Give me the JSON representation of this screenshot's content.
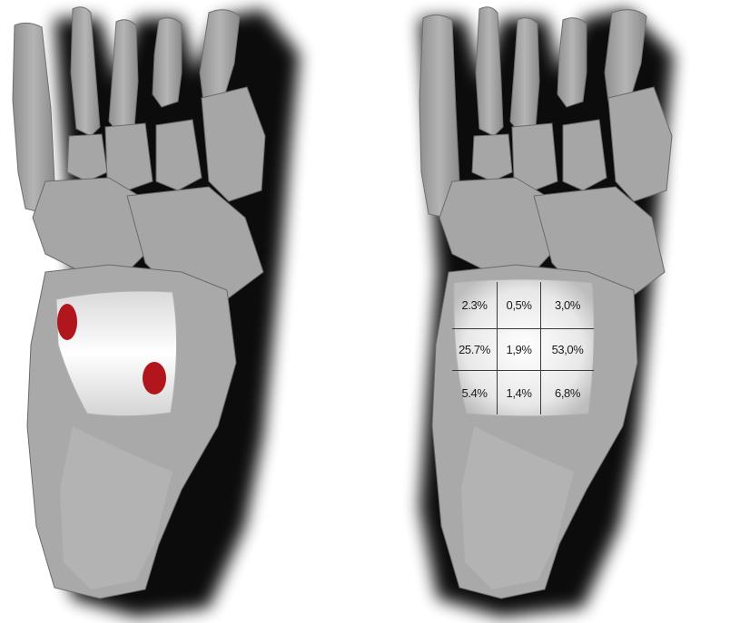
{
  "figure": {
    "left_panel": {
      "marker_color": "#b0161c",
      "markers": [
        "medial-mark",
        "lateral-mark"
      ]
    },
    "right_panel": {
      "grid": [
        [
          "2.3%",
          "0,5%",
          "3,0%"
        ],
        [
          "25.7%",
          "1,9%",
          "53,0%"
        ],
        [
          "5.4%",
          "1,4%",
          "6,8%"
        ]
      ]
    }
  }
}
